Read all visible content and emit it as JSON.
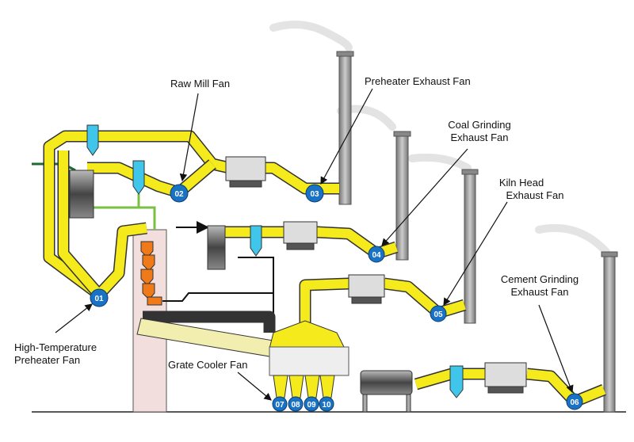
{
  "colors": {
    "duct": "#f4ea1c",
    "fan": "#1a72c4",
    "stack": "#9a9a9a",
    "cyclone": "#3fc6ea",
    "hot_duct": "#f07a1a",
    "green_line": "#7ac143"
  },
  "labels": {
    "raw_mill_fan": "Raw Mill Fan",
    "preheater_exhaust_fan": "Preheater Exhaust Fan",
    "coal_grinding_1": "Coal Grinding",
    "coal_grinding_2": "Exhaust Fan",
    "kiln_head_1": "Kiln Head",
    "kiln_head_2": "Exhaust Fan",
    "cement_grinding_1": "Cement Grinding",
    "cement_grinding_2": "Exhaust Fan",
    "high_temp_1": "High-Temperature",
    "high_temp_2": "Preheater Fan",
    "grate_cooler_fan": "Grate Cooler Fan"
  },
  "fans": [
    "01",
    "02",
    "03",
    "04",
    "05",
    "06",
    "07",
    "08",
    "09",
    "10"
  ]
}
